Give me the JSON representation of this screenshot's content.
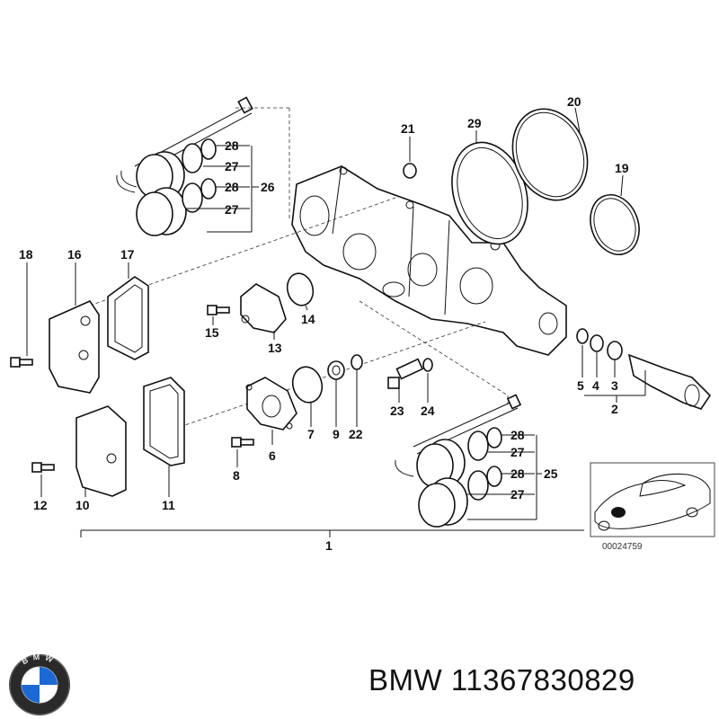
{
  "brand": "BMW",
  "part_number": "11367830829",
  "logo_letters": "BMW",
  "diagram_ref": "00024759",
  "callouts": {
    "c1": "1",
    "c2": "2",
    "c3": "3",
    "c4": "4",
    "c5": "5",
    "c6": "6",
    "c7": "7",
    "c8": "8",
    "c9": "9",
    "c10": "10",
    "c11": "11",
    "c12": "12",
    "c13": "13",
    "c14": "14",
    "c15": "15",
    "c16": "16",
    "c17": "17",
    "c18": "18",
    "c19": "19",
    "c20": "20",
    "c21": "21",
    "c22": "22",
    "c23": "23",
    "c24": "24",
    "c25": "25",
    "c26": "26",
    "c27": "27",
    "c28": "28",
    "c29": "29"
  }
}
